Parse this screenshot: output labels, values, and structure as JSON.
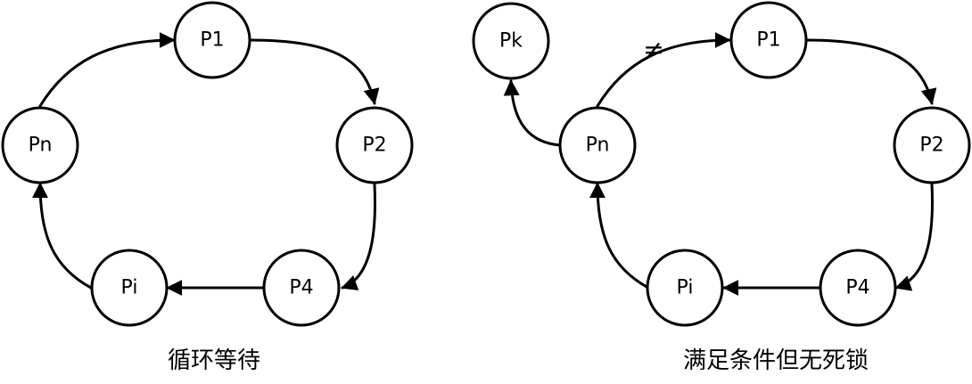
{
  "colors": {
    "stroke": "#000000",
    "background": "#ffffff"
  },
  "left_diagram": {
    "caption": "循环等待",
    "nodes": [
      {
        "id": "P1",
        "label": "P1"
      },
      {
        "id": "P2",
        "label": "P2"
      },
      {
        "id": "P4",
        "label": "P4"
      },
      {
        "id": "Pi",
        "label": "Pi"
      },
      {
        "id": "Pn",
        "label": "Pn"
      }
    ],
    "edges": [
      {
        "from": "Pn",
        "to": "P1"
      },
      {
        "from": "P1",
        "to": "P2"
      },
      {
        "from": "P2",
        "to": "P4"
      },
      {
        "from": "P4",
        "to": "Pi"
      },
      {
        "from": "Pi",
        "to": "Pn"
      }
    ]
  },
  "right_diagram": {
    "caption": "满足条件但无死锁",
    "nodes": [
      {
        "id": "Pk",
        "label": "Pk"
      },
      {
        "id": "P1",
        "label": "P1"
      },
      {
        "id": "P2",
        "label": "P2"
      },
      {
        "id": "P4",
        "label": "P4"
      },
      {
        "id": "Pi",
        "label": "Pi"
      },
      {
        "id": "Pn",
        "label": "Pn"
      }
    ],
    "edges": [
      {
        "from": "Pn",
        "to": "Pk"
      },
      {
        "from": "Pn",
        "to": "P1",
        "label": "≠"
      },
      {
        "from": "P1",
        "to": "P2"
      },
      {
        "from": "P2",
        "to": "P4"
      },
      {
        "from": "P4",
        "to": "Pi"
      },
      {
        "from": "Pi",
        "to": "Pn"
      }
    ]
  }
}
